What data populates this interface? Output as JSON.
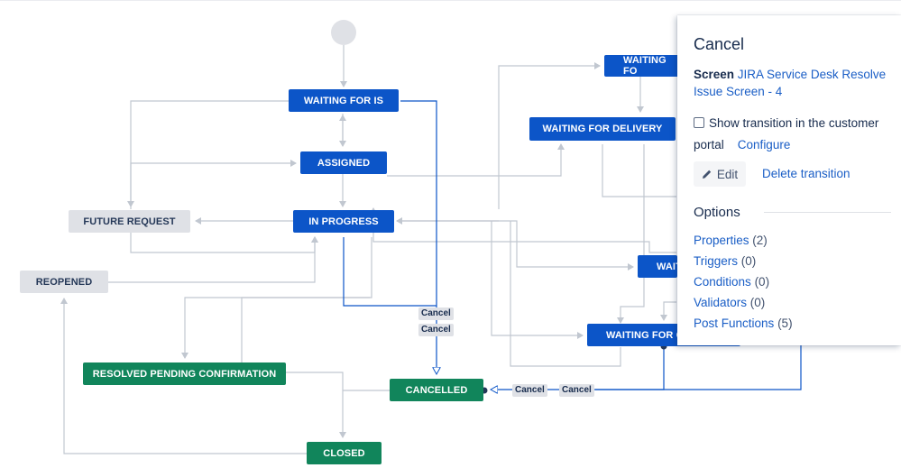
{
  "workflow": {
    "statuses": {
      "waiting_for_is": "WAITING FOR IS",
      "assigned": "ASSIGNED",
      "in_progress": "IN PROGRESS",
      "future_request": "FUTURE REQUEST",
      "reopened": "REOPENED",
      "resolved_pending": "RESOLVED PENDING CONFIRMATION",
      "cancelled": "CANCELLED",
      "closed": "CLOSED",
      "waiting_for_top": "WAITING FO",
      "waiting_for_delivery": "WAITING FOR DELIVERY",
      "waiting_mid": "WAIT",
      "waiting_for_cu": "WAITING FOR CU"
    },
    "transition_labels": [
      "Cancel",
      "Cancel",
      "Cancel",
      "Cancel"
    ]
  },
  "panel": {
    "title": "Cancel",
    "screen_label": "Screen",
    "screen_link": "JIRA Service Desk Resolve Issue Screen - 4",
    "show_transition_text": "Show transition in the customer portal",
    "configure_link": "Configure",
    "edit_label": "Edit",
    "delete_label": "Delete transition",
    "options_heading": "Options",
    "options": [
      {
        "label": "Properties",
        "count": "(2)"
      },
      {
        "label": "Triggers",
        "count": "(0)"
      },
      {
        "label": "Conditions",
        "count": "(0)"
      },
      {
        "label": "Validators",
        "count": "(0)"
      },
      {
        "label": "Post Functions",
        "count": "(5)"
      }
    ]
  },
  "colors": {
    "status_blue": "#0c55c8",
    "status_green": "#11855b",
    "status_grey": "#dfe1e6",
    "edge_grey": "#c1c7d0",
    "edge_selected": "#0c55c8"
  }
}
